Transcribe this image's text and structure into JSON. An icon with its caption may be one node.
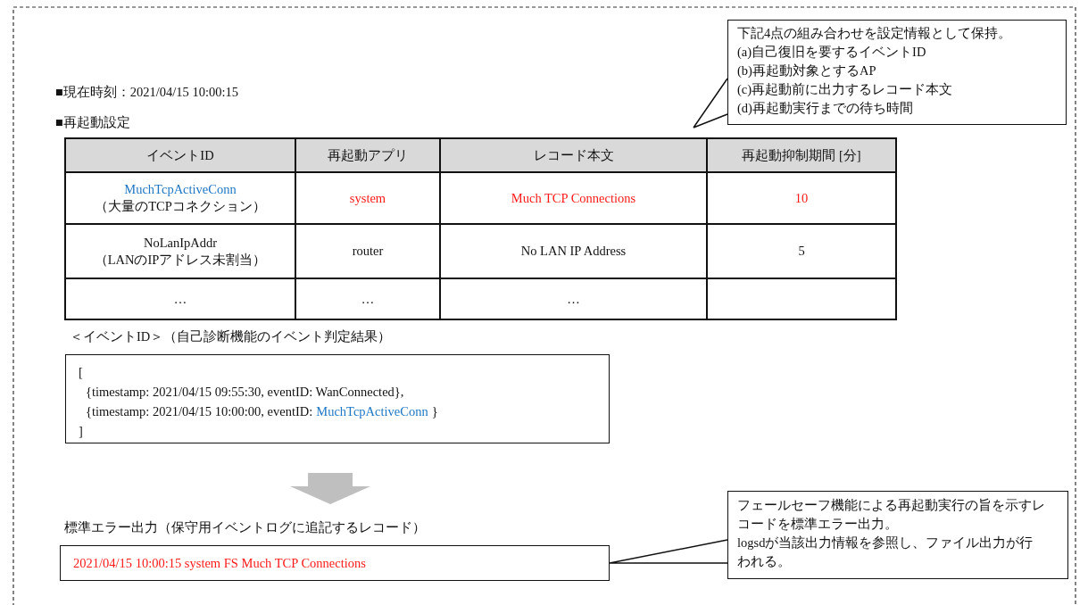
{
  "diagram": {
    "nodes": [
      {
        "text": [
          "下記4点の組み合わせを設定情報として保持。",
          "(a)自己復旧を要するイベントID",
          "(b)再起動対象とするAP",
          "(c)再起動前に出力するレコード本文",
          "(d)再起動実行までの待ち時間"
        ]
      },
      {
        "beside": [
          "＜イベントID＞（自己診断機能のイベント判定結果）"
        ],
        "text": [
          "[",
          "{timestamp: 2021/04/15 09:55:30, eventID: WanConnected},",
          "{timestamp: 2021/04/15 10:00:00, eventID:",
          "MuchTcpActiveConn",
          "}",
          "]"
        ]
      },
      {
        "beside": [
          "標準エラー出力（保守用イベントログに追記するレコード）"
        ],
        "text": [
          "2021/04/15 10:00:15 system FS Much TCP Connections"
        ]
      },
      {
        "text": [
          "フェールセーフ機能による再起動実行の旨を示すレコードを標準エラー出力。",
          "logsdが当該出力情報を参照し、ファイル出力が行われる。"
        ]
      }
    ],
    "edges": [
      {
        "from": 0,
        "to": null,
        "arrow": "none"
      },
      {
        "from": 1,
        "to": 2,
        "arrow": "to",
        "style": "thick",
        "color": "#bfbfbf"
      },
      {
        "from": 3,
        "to": 2,
        "arrow": "none"
      }
    ],
    "labels": [
      "■現在時刻：2021/04/15 10:00:15",
      "■再起動設定",
      "イベントID",
      "再起動アプリ",
      "レコード本文",
      "再起動抑制期間 [分]",
      "MuchTcpActiveConn",
      "（大量のTCPコネクション）",
      "system",
      "Much TCP Connections",
      "10",
      "NoLanIpAddr",
      "（LANのIPアドレス未割当）",
      "router",
      "No LAN IP Address",
      "5",
      "…",
      "…",
      "…"
    ]
  }
}
